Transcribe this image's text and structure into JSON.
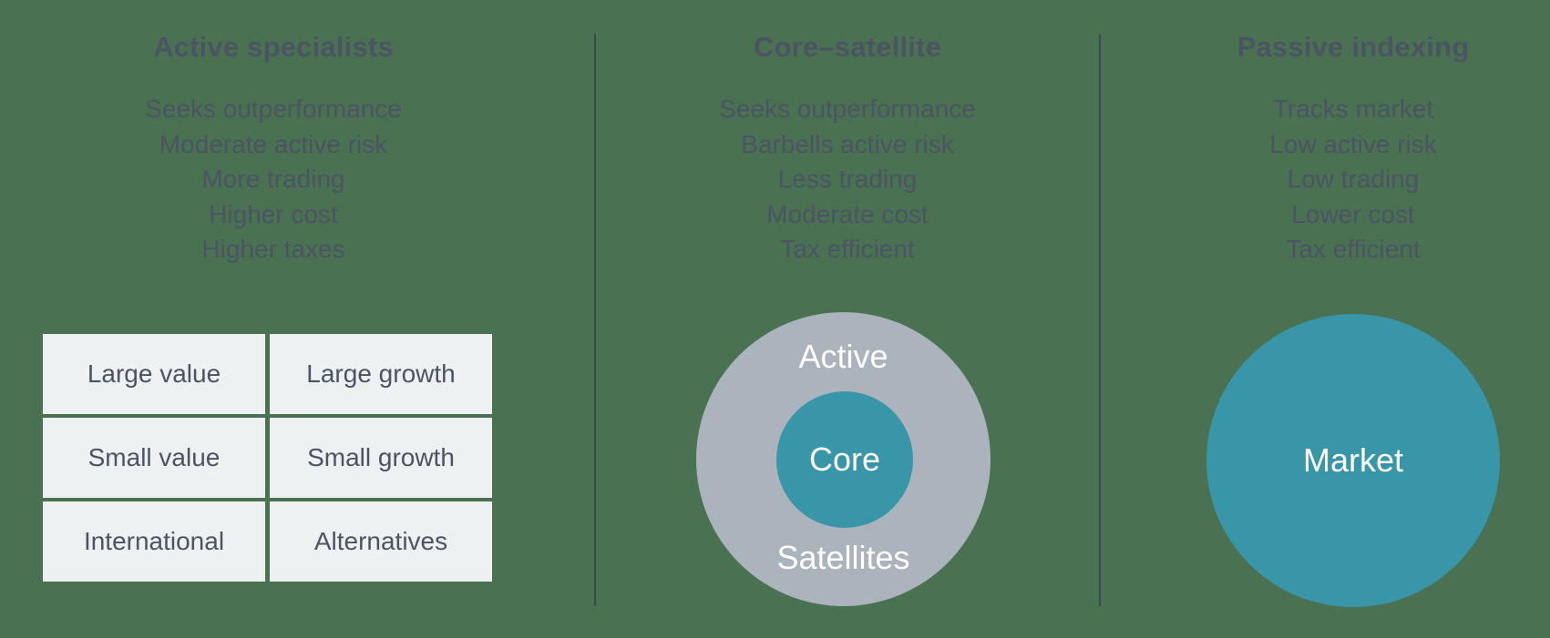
{
  "theme": {
    "background": "#4a7152",
    "text_dark": "#4b5463",
    "divider": "#3e4851",
    "circle_gray": "#abb4bc",
    "circle_teal": "#3896a8",
    "cell_background": "#eef1f2",
    "label_white": "#ffffff"
  },
  "columns": [
    {
      "title": "Active specialists",
      "features": [
        "Seeks outperformance",
        "Moderate active risk",
        "More trading",
        "Higher cost",
        "Higher taxes"
      ],
      "grid": {
        "cells": [
          "Large value",
          "Large growth",
          "Small value",
          "Small growth",
          "International",
          "Alternatives"
        ]
      }
    },
    {
      "title": "Core–satellite",
      "features": [
        "Seeks outperformance",
        "Barbells active risk",
        "Less trading",
        "Moderate cost",
        "Tax efficient"
      ],
      "diagram": {
        "outer_label_top": "Active",
        "inner_label": "Core",
        "outer_label_bottom": "Satellites"
      }
    },
    {
      "title": "Passive indexing",
      "features": [
        "Tracks market",
        "Low active risk",
        "Low trading",
        "Lower cost",
        "Tax efficient"
      ],
      "diagram": {
        "label": "Market"
      }
    }
  ]
}
